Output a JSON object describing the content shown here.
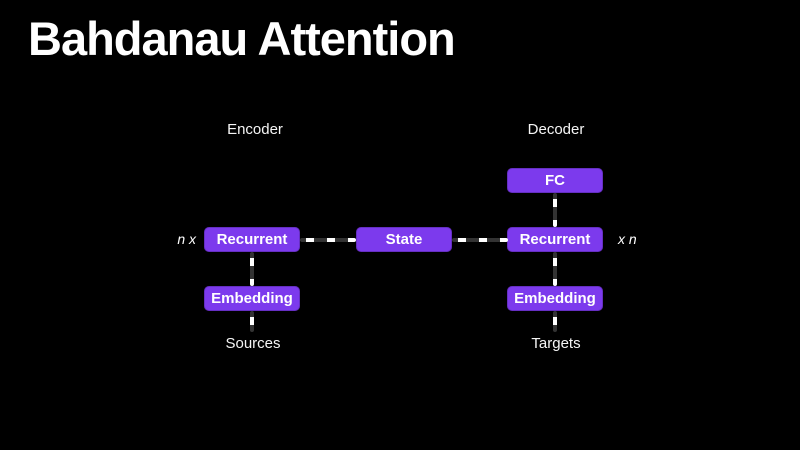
{
  "slide": {
    "title": "Bahdanau Attention",
    "background_color": "#000000",
    "accent_color": "#7c3aed",
    "text_color": "#ffffff",
    "connector_dash_color": "#ffffff",
    "connector_base_color": "#333333"
  },
  "diagram": {
    "encoder_label": "Encoder",
    "decoder_label": "Decoder",
    "boxes": {
      "fc": "FC",
      "encoder_recurrent": "Recurrent",
      "state": "State",
      "decoder_recurrent": "Recurrent",
      "encoder_embedding": "Embedding",
      "decoder_embedding": "Embedding"
    },
    "repeat_left_label": "n x",
    "repeat_right_label": "x n",
    "sources_label": "Sources",
    "targets_label": "Targets"
  }
}
